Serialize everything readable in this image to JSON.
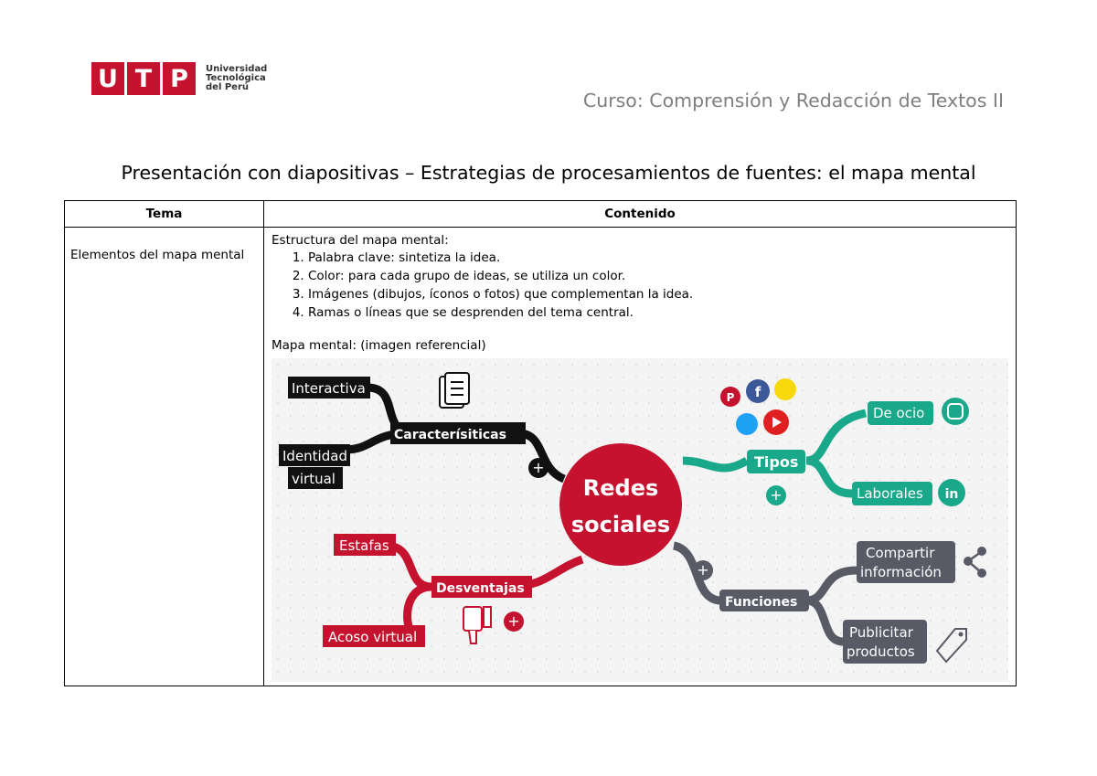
{
  "header": {
    "logo_letters": [
      "U",
      "T",
      "P"
    ],
    "logo_name": [
      "Universidad",
      "Tecnológica",
      "del Perú"
    ],
    "course": "Curso: Comprensión y Redacción de Textos II"
  },
  "title": "Presentación con diapositivas – Estrategias de procesamientos de fuentes: el mapa mental",
  "table": {
    "headers": [
      "Tema",
      "Contenido"
    ],
    "tema": "Elementos del mapa mental",
    "structure_title": "Estructura del mapa mental:",
    "items": [
      "Palabra clave: sintetiza la idea.",
      " Color: para cada grupo de ideas, se utiliza un color.",
      "Imágenes (dibujos, íconos o fotos) que complementan la idea.",
      "Ramas o líneas que se desprenden del tema central."
    ],
    "mindmap_label": "Mapa mental: (imagen referencial)"
  },
  "mindmap": {
    "center": [
      "Redes",
      "sociales"
    ],
    "caracteristicas": {
      "label": "Caracterísiticas",
      "children": [
        "Interactiva",
        "Identidad",
        "virtual"
      ]
    },
    "tipos": {
      "label": "Tipos",
      "children": [
        "De ocio",
        "Laborales"
      ]
    },
    "desventajas": {
      "label": "Desventajas",
      "children": [
        "Estafas",
        "Acoso virtual"
      ]
    },
    "funciones": {
      "label": "Funciones",
      "children": [
        "Compartir",
        "información",
        "Publicitar",
        "productos"
      ]
    },
    "social_icons": [
      "pinterest-icon",
      "facebook-icon",
      "snapchat-icon",
      "twitter-icon",
      "youtube-icon",
      "instagram-icon",
      "linkedin-icon",
      "share-icon",
      "tag-icon",
      "thumbs-down-icon",
      "checklist-icon"
    ],
    "colors": {
      "center": "#c4122f",
      "caracteristicas": "#111111",
      "tipos": "#1aa88a",
      "desventajas": "#c4122f",
      "funciones": "#585a66"
    }
  }
}
